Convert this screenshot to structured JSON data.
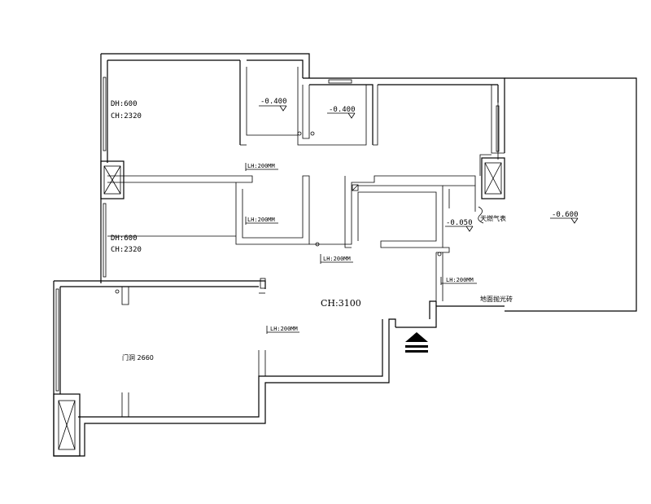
{
  "labels": {
    "dh_top": "DH:600",
    "ch_top": "CH:2320",
    "dh_mid": "DH:600",
    "ch_mid": "CH:2320",
    "lvl_a": "-0.400",
    "lvl_b": "-0.400",
    "lvl_kitchen": "-0.050",
    "lvl_balcony": "-0.600",
    "lh_1": "LH:200MM",
    "lh_2": "LH:200MM",
    "lh_3": "LH:200MM",
    "lh_4": "LH:200MM",
    "lh_5": "LH:200MM",
    "ch_center": "CH:3100",
    "door_height": "门洞 2660",
    "gas_meter": "天燃气表",
    "floor_tile": "地面抛光砖"
  }
}
